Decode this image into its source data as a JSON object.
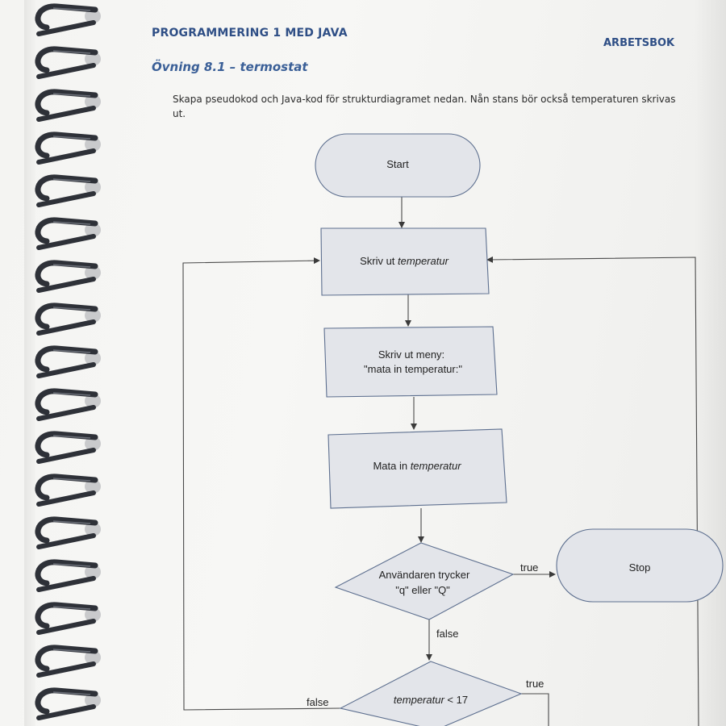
{
  "header": {
    "course_title": "PROGRAMMERING 1 MED JAVA",
    "book_type": "ARBETSBOK"
  },
  "exercise": {
    "title": "Övning 8.1 – termostat",
    "instruction": "Skapa pseudokod och Java-kod för strukturdiagramet nedan. Nån stans bör också temperaturen skrivas ut."
  },
  "flowchart": {
    "start": "Start",
    "print_temp_prefix": "Skriv ut ",
    "print_temp_var": "temperatur",
    "print_menu_line1": "Skriv ut meny:",
    "print_menu_line2": "\"mata in temperatur:\"",
    "input_prefix": "Mata in ",
    "input_var": "temperatur",
    "decision_quit_line1": "Användaren trycker",
    "decision_quit_line2": "\"q\" eller \"Q\"",
    "stop": "Stop",
    "decision_temp_var": "temperatur",
    "decision_temp_cond": " < 17",
    "label_true_stop": "true",
    "label_false_quit": "false",
    "label_true_temp": "true",
    "label_false_temp": "false"
  },
  "colors": {
    "heading": "#2f4f86",
    "shape_fill": "#e3e5ea",
    "shape_stroke": "#5d6f8f",
    "spiral": "#2e3138"
  }
}
